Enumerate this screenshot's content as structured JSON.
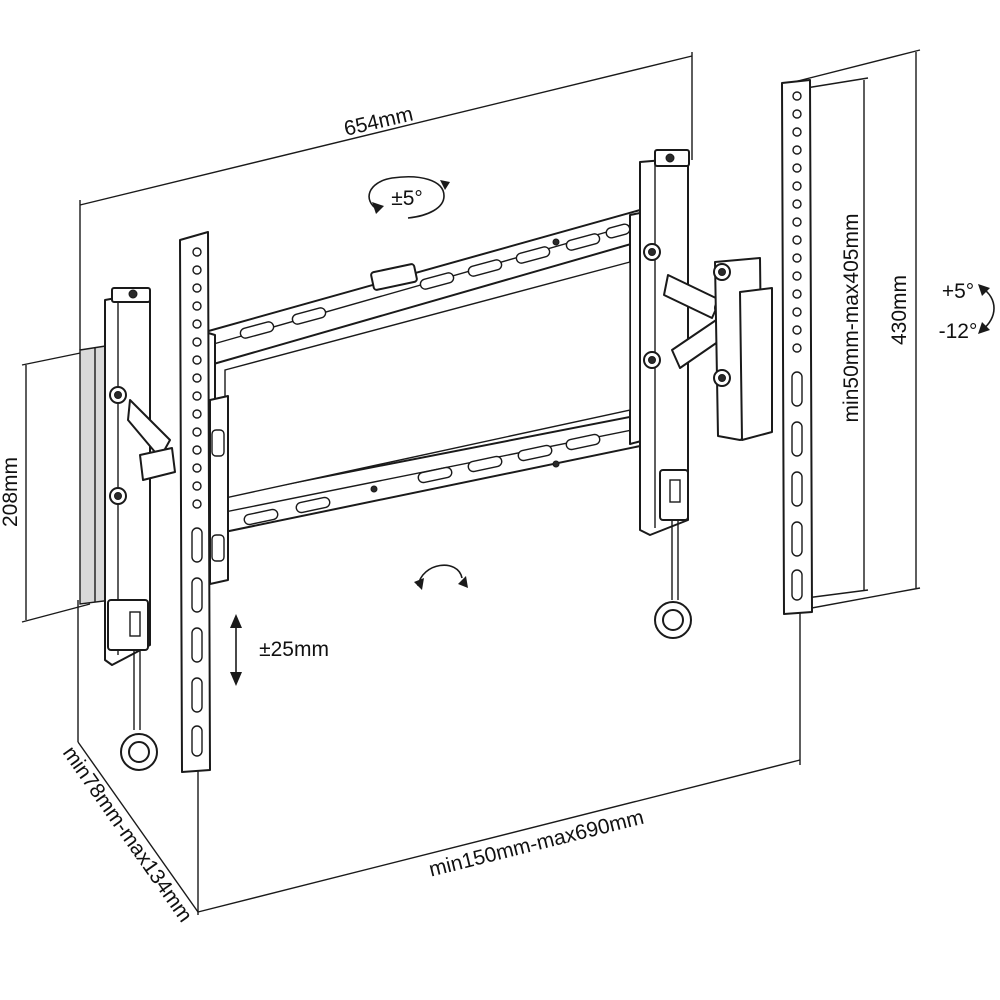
{
  "labels": {
    "width_total": "654mm",
    "swivel": "±5°",
    "height_total": "430mm",
    "tilt_up": "+5°",
    "tilt_down": "-12°",
    "vesa_vertical": "min50mm-max405mm",
    "plate_height": "208mm",
    "vertical_adjust": "±25mm",
    "vesa_horizontal": "min150mm-max690mm",
    "wall_distance": "min78mm-max134mm"
  }
}
